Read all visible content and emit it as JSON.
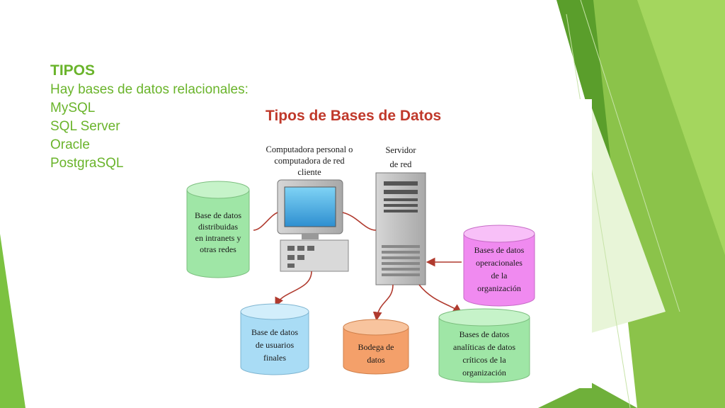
{
  "slide": {
    "heading": "TIPOS",
    "lines": [
      "Hay bases de datos relacionales:",
      "MySQL",
      "SQL Server",
      "Oracle",
      "PostgraSQL"
    ]
  },
  "diagram": {
    "title": "Tipos de Bases de Datos",
    "computer_label": [
      "Computadora personal o",
      "computadora de red",
      "cliente"
    ],
    "server_label": [
      "Servidor",
      "de red"
    ],
    "databases": {
      "distributed": [
        "Base de datos",
        "distribuidas",
        "en intranets y",
        "otras redes"
      ],
      "operational": [
        "Bases de datos",
        "operacionales",
        "de la",
        "organización"
      ],
      "end_users": [
        "Base de datos",
        "de usuarios",
        "finales"
      ],
      "warehouse": [
        "Bodega de",
        "datos"
      ],
      "analytical": [
        "Bases de datos",
        "analíticas de datos",
        "críticos de la",
        "organización"
      ]
    }
  },
  "colors": {
    "accent": "#6ab42b",
    "title_red": "#c0392b",
    "connector": "#b03a2e",
    "db_green": "#9fe6a6",
    "db_pink": "#f08af0",
    "db_blue": "#a9dcf5",
    "db_orange": "#f4a06a"
  }
}
